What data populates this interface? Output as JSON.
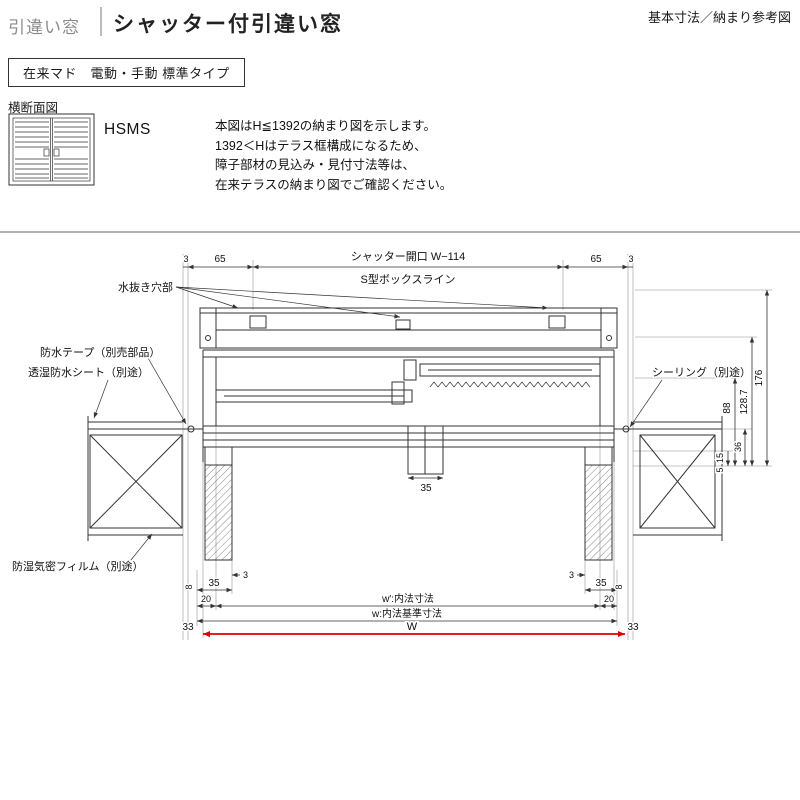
{
  "header": {
    "category": "引違い窓",
    "title": "シャッター付引違い窓",
    "corner_note": "基本寸法／納まり参考図"
  },
  "spec_box_label": "在来マド　電動・手動 標準タイプ",
  "section_title": "横断面図",
  "model_code": "HSMS",
  "description": {
    "lines": [
      "本図はH≦1392の納まり図を示します。",
      "1392＜Hはテラス框構成になるため、",
      "障子部材の見込み・見付寸法等は、",
      "在来テラスの納まり図でご確認ください。"
    ]
  },
  "drawing": {
    "accent_red": "#dd0000",
    "top": {
      "d3_left": "3",
      "d65_left": "65",
      "shutter_opening": "シャッター開口 W−114",
      "box_line_label": "S型ボックスライン",
      "d65_right": "65",
      "d3_right": "3"
    },
    "callouts": {
      "drain_hole": "水抜き穴部",
      "waterproof_tape": "防水テープ（別売部品）",
      "breathable_sheet": "透湿防水シート（別途）",
      "sealing": "シーリング（別途）",
      "moisture_film": "防湿気密フィルム（別途）"
    },
    "right": {
      "d176": "176",
      "d128_7": "128.7",
      "d88": "88",
      "d36": "36",
      "d15": "15",
      "d5": "5"
    },
    "middle": {
      "d35": "35"
    },
    "bottom": {
      "d3_left": "3",
      "d3_right": "3",
      "d35_left": "35",
      "d35_right": "35",
      "d8_left": "8",
      "d8_right": "8",
      "d20_left": "20",
      "d20_right": "20",
      "d33_left": "33",
      "d33_right": "33",
      "w_inner_label": "w′:内法寸法",
      "w_base_label": "w:内法基準寸法",
      "w_total_label": "W"
    }
  }
}
